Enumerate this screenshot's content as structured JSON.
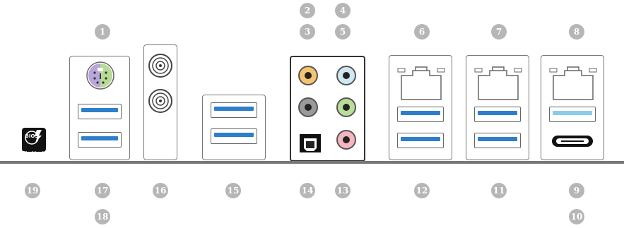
{
  "bios_button": {
    "line1": "BIOS",
    "line2": "Flashback"
  },
  "port_colors": {
    "usb32_blue": "#2d7fcc",
    "usb32gen2_lightblue": "#8ccbea",
    "audio_orange": "#f6c36f",
    "audio_lightblue": "#cfe8f2",
    "audio_gray": "#9a9a9a",
    "audio_green": "#b9dd9a",
    "audio_pink": "#f5b6c0",
    "ps2_purple": "#b8a6d9",
    "ps2_green": "#b7da94",
    "badge_gray": "#b6b6b6"
  },
  "callouts": {
    "n1": "1",
    "n2": "2",
    "n3": "3",
    "n4": "4",
    "n5": "5",
    "n6": "6",
    "n7": "7",
    "n8": "8",
    "n9": "9",
    "n10": "10",
    "n11": "11",
    "n12": "12",
    "n13": "13",
    "n14": "14",
    "n15": "15",
    "n16": "16",
    "n17": "17",
    "n18": "18",
    "n19": "19"
  }
}
